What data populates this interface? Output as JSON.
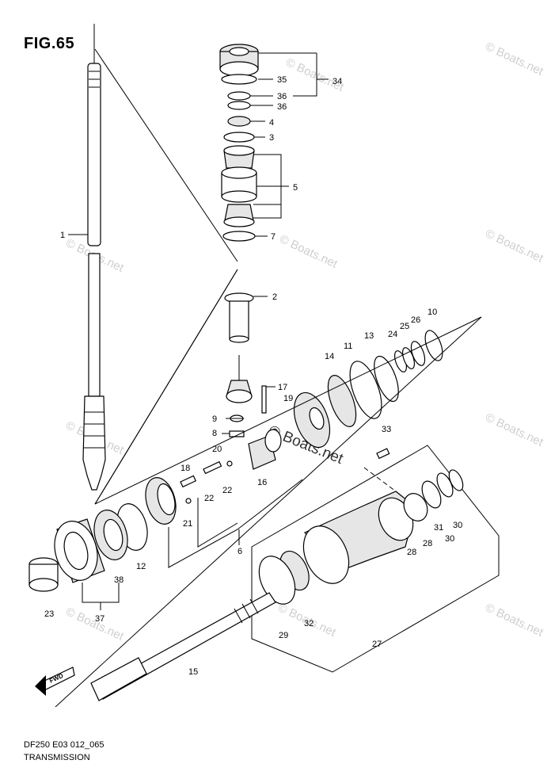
{
  "figure": {
    "title": "FIG.65",
    "drawing_code": "DF250 E03 012_065",
    "section_name": "TRANSMISSION",
    "watermark": "© Boats.net",
    "fwd_label": "FWD"
  },
  "callouts": [
    {
      "id": "c1",
      "label": "1"
    },
    {
      "id": "c2",
      "label": "2"
    },
    {
      "id": "c3",
      "label": "3"
    },
    {
      "id": "c4",
      "label": "4"
    },
    {
      "id": "c5",
      "label": "5"
    },
    {
      "id": "c6",
      "label": "6"
    },
    {
      "id": "c7",
      "label": "7"
    },
    {
      "id": "c8",
      "label": "8"
    },
    {
      "id": "c9",
      "label": "9"
    },
    {
      "id": "c10",
      "label": "10"
    },
    {
      "id": "c11",
      "label": "11"
    },
    {
      "id": "c12",
      "label": "12"
    },
    {
      "id": "c13",
      "label": "13"
    },
    {
      "id": "c14",
      "label": "14"
    },
    {
      "id": "c15",
      "label": "15"
    },
    {
      "id": "c16",
      "label": "16"
    },
    {
      "id": "c17",
      "label": "17"
    },
    {
      "id": "c18",
      "label": "18"
    },
    {
      "id": "c19",
      "label": "19"
    },
    {
      "id": "c20",
      "label": "20"
    },
    {
      "id": "c21",
      "label": "21"
    },
    {
      "id": "c22a",
      "label": "22"
    },
    {
      "id": "c22b",
      "label": "22"
    },
    {
      "id": "c23",
      "label": "23"
    },
    {
      "id": "c24",
      "label": "24"
    },
    {
      "id": "c25",
      "label": "25"
    },
    {
      "id": "c26",
      "label": "26"
    },
    {
      "id": "c27",
      "label": "27"
    },
    {
      "id": "c28a",
      "label": "28"
    },
    {
      "id": "c28b",
      "label": "28"
    },
    {
      "id": "c29",
      "label": "29"
    },
    {
      "id": "c30a",
      "label": "30"
    },
    {
      "id": "c30b",
      "label": "30"
    },
    {
      "id": "c31",
      "label": "31"
    },
    {
      "id": "c32",
      "label": "32"
    },
    {
      "id": "c33",
      "label": "33"
    },
    {
      "id": "c34",
      "label": "34"
    },
    {
      "id": "c35",
      "label": "35"
    },
    {
      "id": "c36a",
      "label": "36"
    },
    {
      "id": "c36b",
      "label": "36"
    },
    {
      "id": "c37",
      "label": "37"
    },
    {
      "id": "c38",
      "label": "38"
    }
  ]
}
